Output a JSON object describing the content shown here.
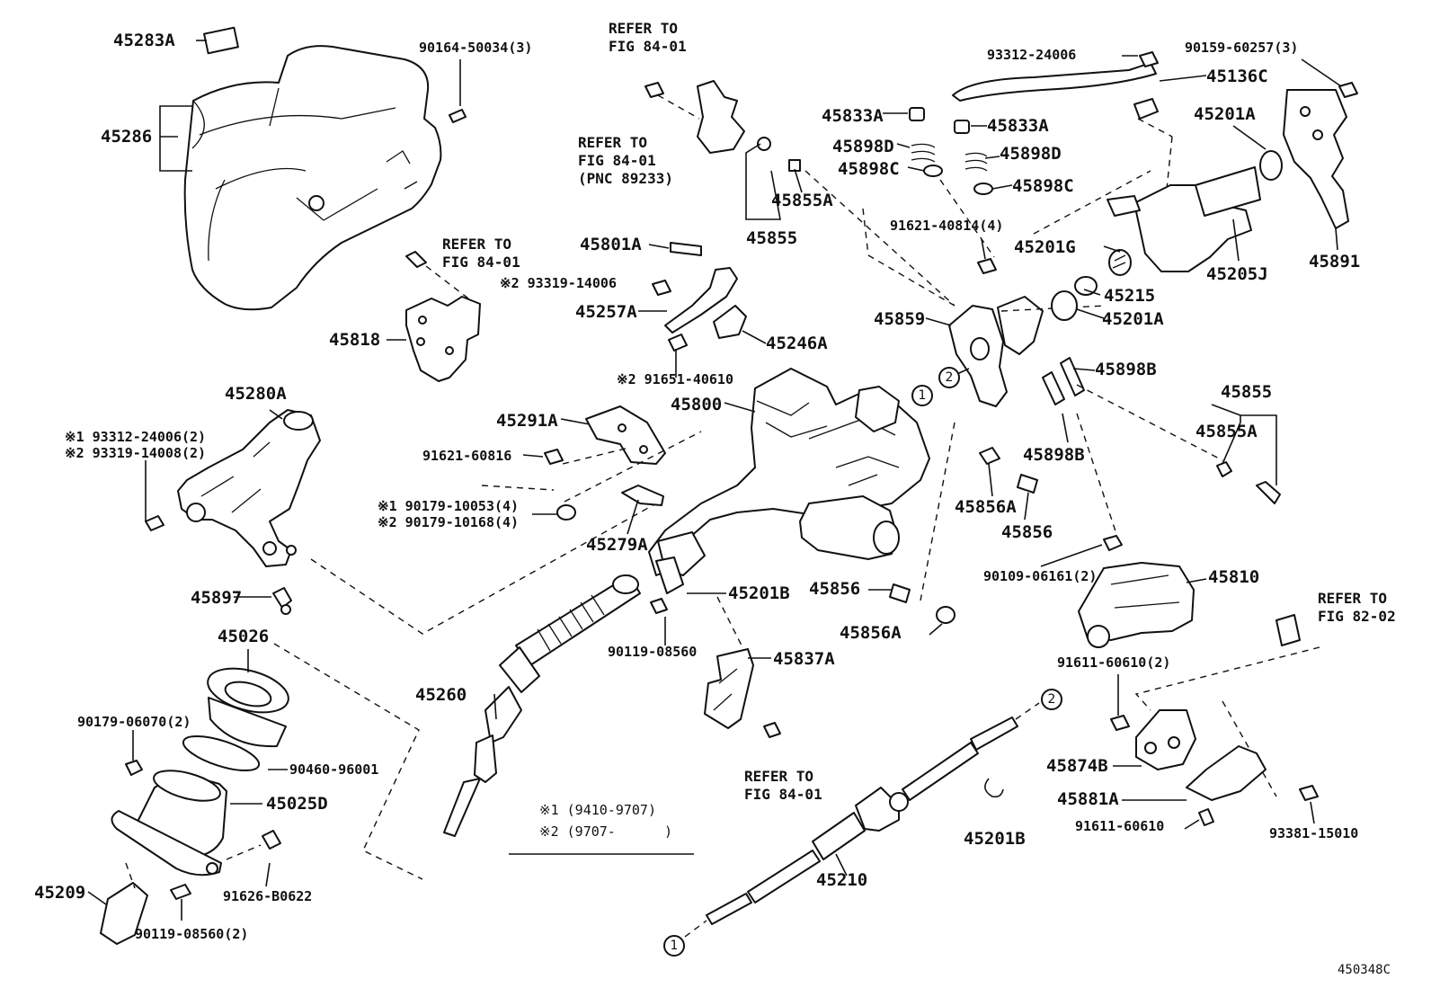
{
  "figure_code": "450348C",
  "notes": {
    "note1": "※1 (9410-9707)",
    "note2": "※2 (9707-      )"
  },
  "refs": {
    "r1": "REFER TO\nFIG 84-01",
    "r2": "REFER TO\nFIG 84-01\n(PNC 89233)",
    "r3": "REFER TO\nFIG 84-01",
    "r4": "REFER TO\nFIG 84-01",
    "r5": "REFER TO\nFIG 82-02"
  },
  "circle_markers": {
    "c1": "1",
    "c2": "2"
  },
  "parts": {
    "p45283A": "45283A",
    "p45286": "45286",
    "p90164": "90164-50034(3)",
    "p45818": "45818",
    "p45280A": "45280A",
    "p93312_1": "※1 93312-24006(2)",
    "p93319_2": "※2 93319-14008(2)",
    "p45897": "45897",
    "p45026": "45026",
    "p90179_06070": "90179-06070(2)",
    "p90460": "90460-96001",
    "p45025D": "45025D",
    "p45209": "45209",
    "p91626": "91626-B0622",
    "p90119_2": "90119-08560(2)",
    "p45801A": "45801A",
    "p93319_14006": "※2 93319-14006",
    "p45257A": "45257A",
    "p45246A": "45246A",
    "p91651": "※2 91651-40610",
    "p45800": "45800",
    "p45291A": "45291A",
    "p91621_60816": "91621-60816",
    "p90179_10053": "※1 90179-10053(4)",
    "p90179_10168": "※2 90179-10168(4)",
    "p45279A": "45279A",
    "p45201B_a": "45201B",
    "p45260": "45260",
    "p90119_08560": "90119-08560",
    "p45837A": "45837A",
    "p45855_a": "45855",
    "p45855A_a": "45855A",
    "p45833A_l": "45833A",
    "p45898D_l": "45898D",
    "p45898C_l": "45898C",
    "p45833A_r": "45833A",
    "p45898D_r": "45898D",
    "p45898C_r": "45898C",
    "p91621_40814": "91621-40814(4)",
    "p45859": "45859",
    "p93312_24006": "93312-24006",
    "p90159": "90159-60257(3)",
    "p45136C": "45136C",
    "p45201A_t": "45201A",
    "p45201G": "45201G",
    "p45215": "45215",
    "p45205J": "45205J",
    "p45891": "45891",
    "p45201A_m": "45201A",
    "p45898B_a": "45898B",
    "p45898B_b": "45898B",
    "p45855_b": "45855",
    "p45855A_b": "45855A",
    "p45856A_a": "45856A",
    "p45856_a": "45856",
    "p45856_b": "45856",
    "p45856A_b": "45856A",
    "p90109": "90109-06161(2)",
    "p45810": "45810",
    "p91611_2": "91611-60610(2)",
    "p45874B": "45874B",
    "p45881A": "45881A",
    "p91611": "91611-60610",
    "p93381": "93381-15010",
    "p45201B_b": "45201B",
    "p45210": "45210"
  }
}
